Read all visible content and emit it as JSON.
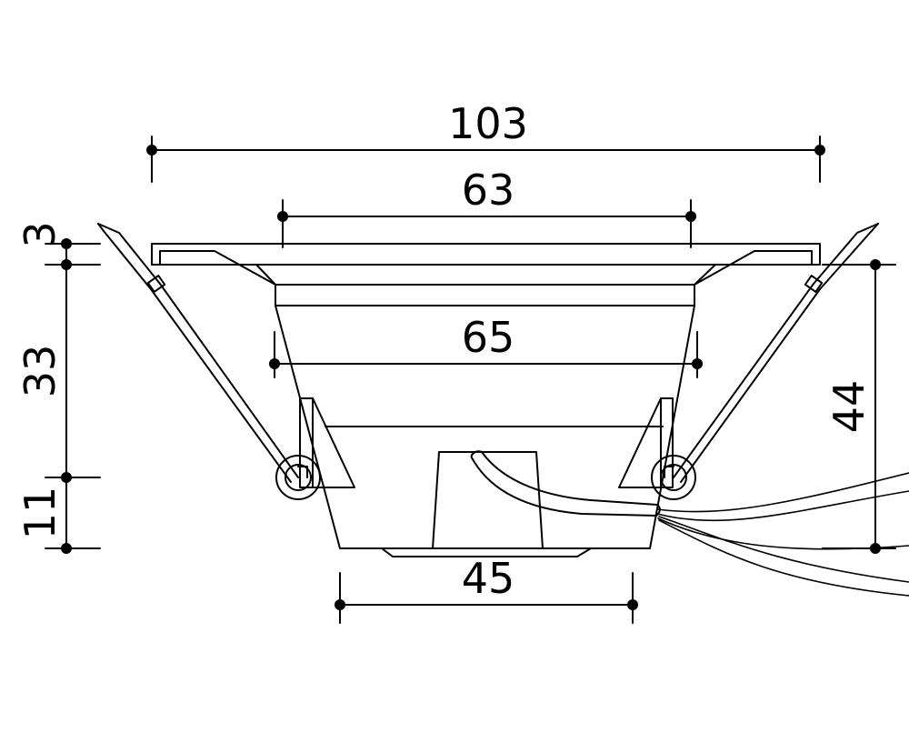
{
  "dimensions": {
    "outer_width": "103",
    "trim_width": "63",
    "body_width": "65",
    "base_width": "45",
    "flange_height": "3",
    "upper_height": "33",
    "lower_height": "11",
    "right_height": "44"
  }
}
